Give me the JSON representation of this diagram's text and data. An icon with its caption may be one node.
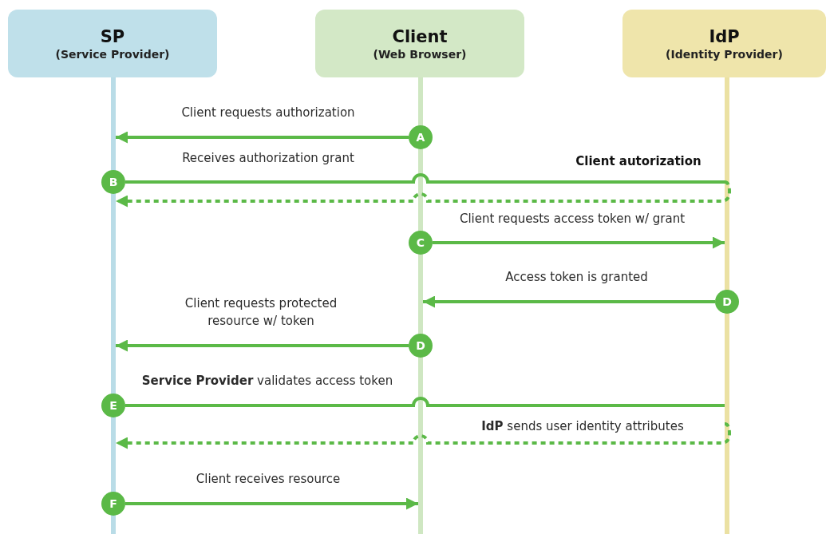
{
  "diagram": {
    "nodes": [
      {
        "text": [
          "SP",
          "(Service Provider)"
        ]
      },
      {
        "text": [
          "Client",
          "(Web Browser)"
        ]
      },
      {
        "text": [
          "IdP",
          "(Identity Provider)"
        ]
      },
      {
        "text": [],
        "shape": "bar"
      },
      {
        "text": [],
        "shape": "bar"
      },
      {
        "text": [],
        "shape": "bar"
      },
      {
        "text": [
          "A"
        ]
      },
      {
        "text": [
          "B"
        ]
      },
      {
        "text": [
          "C"
        ]
      },
      {
        "text": [
          "D"
        ]
      },
      {
        "text": [
          "D"
        ]
      },
      {
        "text": [
          "E"
        ]
      },
      {
        "text": [
          "F"
        ]
      }
    ],
    "edges": [
      {
        "from": 6,
        "to": 3,
        "arrow": "to",
        "label": "Client requests authorization"
      },
      {
        "from": 7,
        "to": 5,
        "arrow": "none",
        "label": "Receives authorization grant"
      },
      {
        "from": 5,
        "to": 3,
        "arrow": "to",
        "style": "dashed"
      },
      {
        "from": 8,
        "to": 5,
        "arrow": "to",
        "label": "Client requests access token w/ grant"
      },
      {
        "from": 9,
        "to": 4,
        "arrow": "to",
        "label": "Access token is granted"
      },
      {
        "from": 10,
        "to": 3,
        "arrow": "to",
        "label": "Client requests protected resource w/ token"
      },
      {
        "from": 11,
        "to": 5,
        "arrow": "none",
        "label": "**Service Provider** validates access token"
      },
      {
        "from": 5,
        "to": 3,
        "arrow": "to",
        "style": "dashed",
        "label": "**IdP** sends user identity attributes"
      },
      {
        "from": 12,
        "to": 4,
        "arrow": "to",
        "label": "Client receives resource"
      }
    ],
    "labels": [
      "Client autorization"
    ]
  }
}
